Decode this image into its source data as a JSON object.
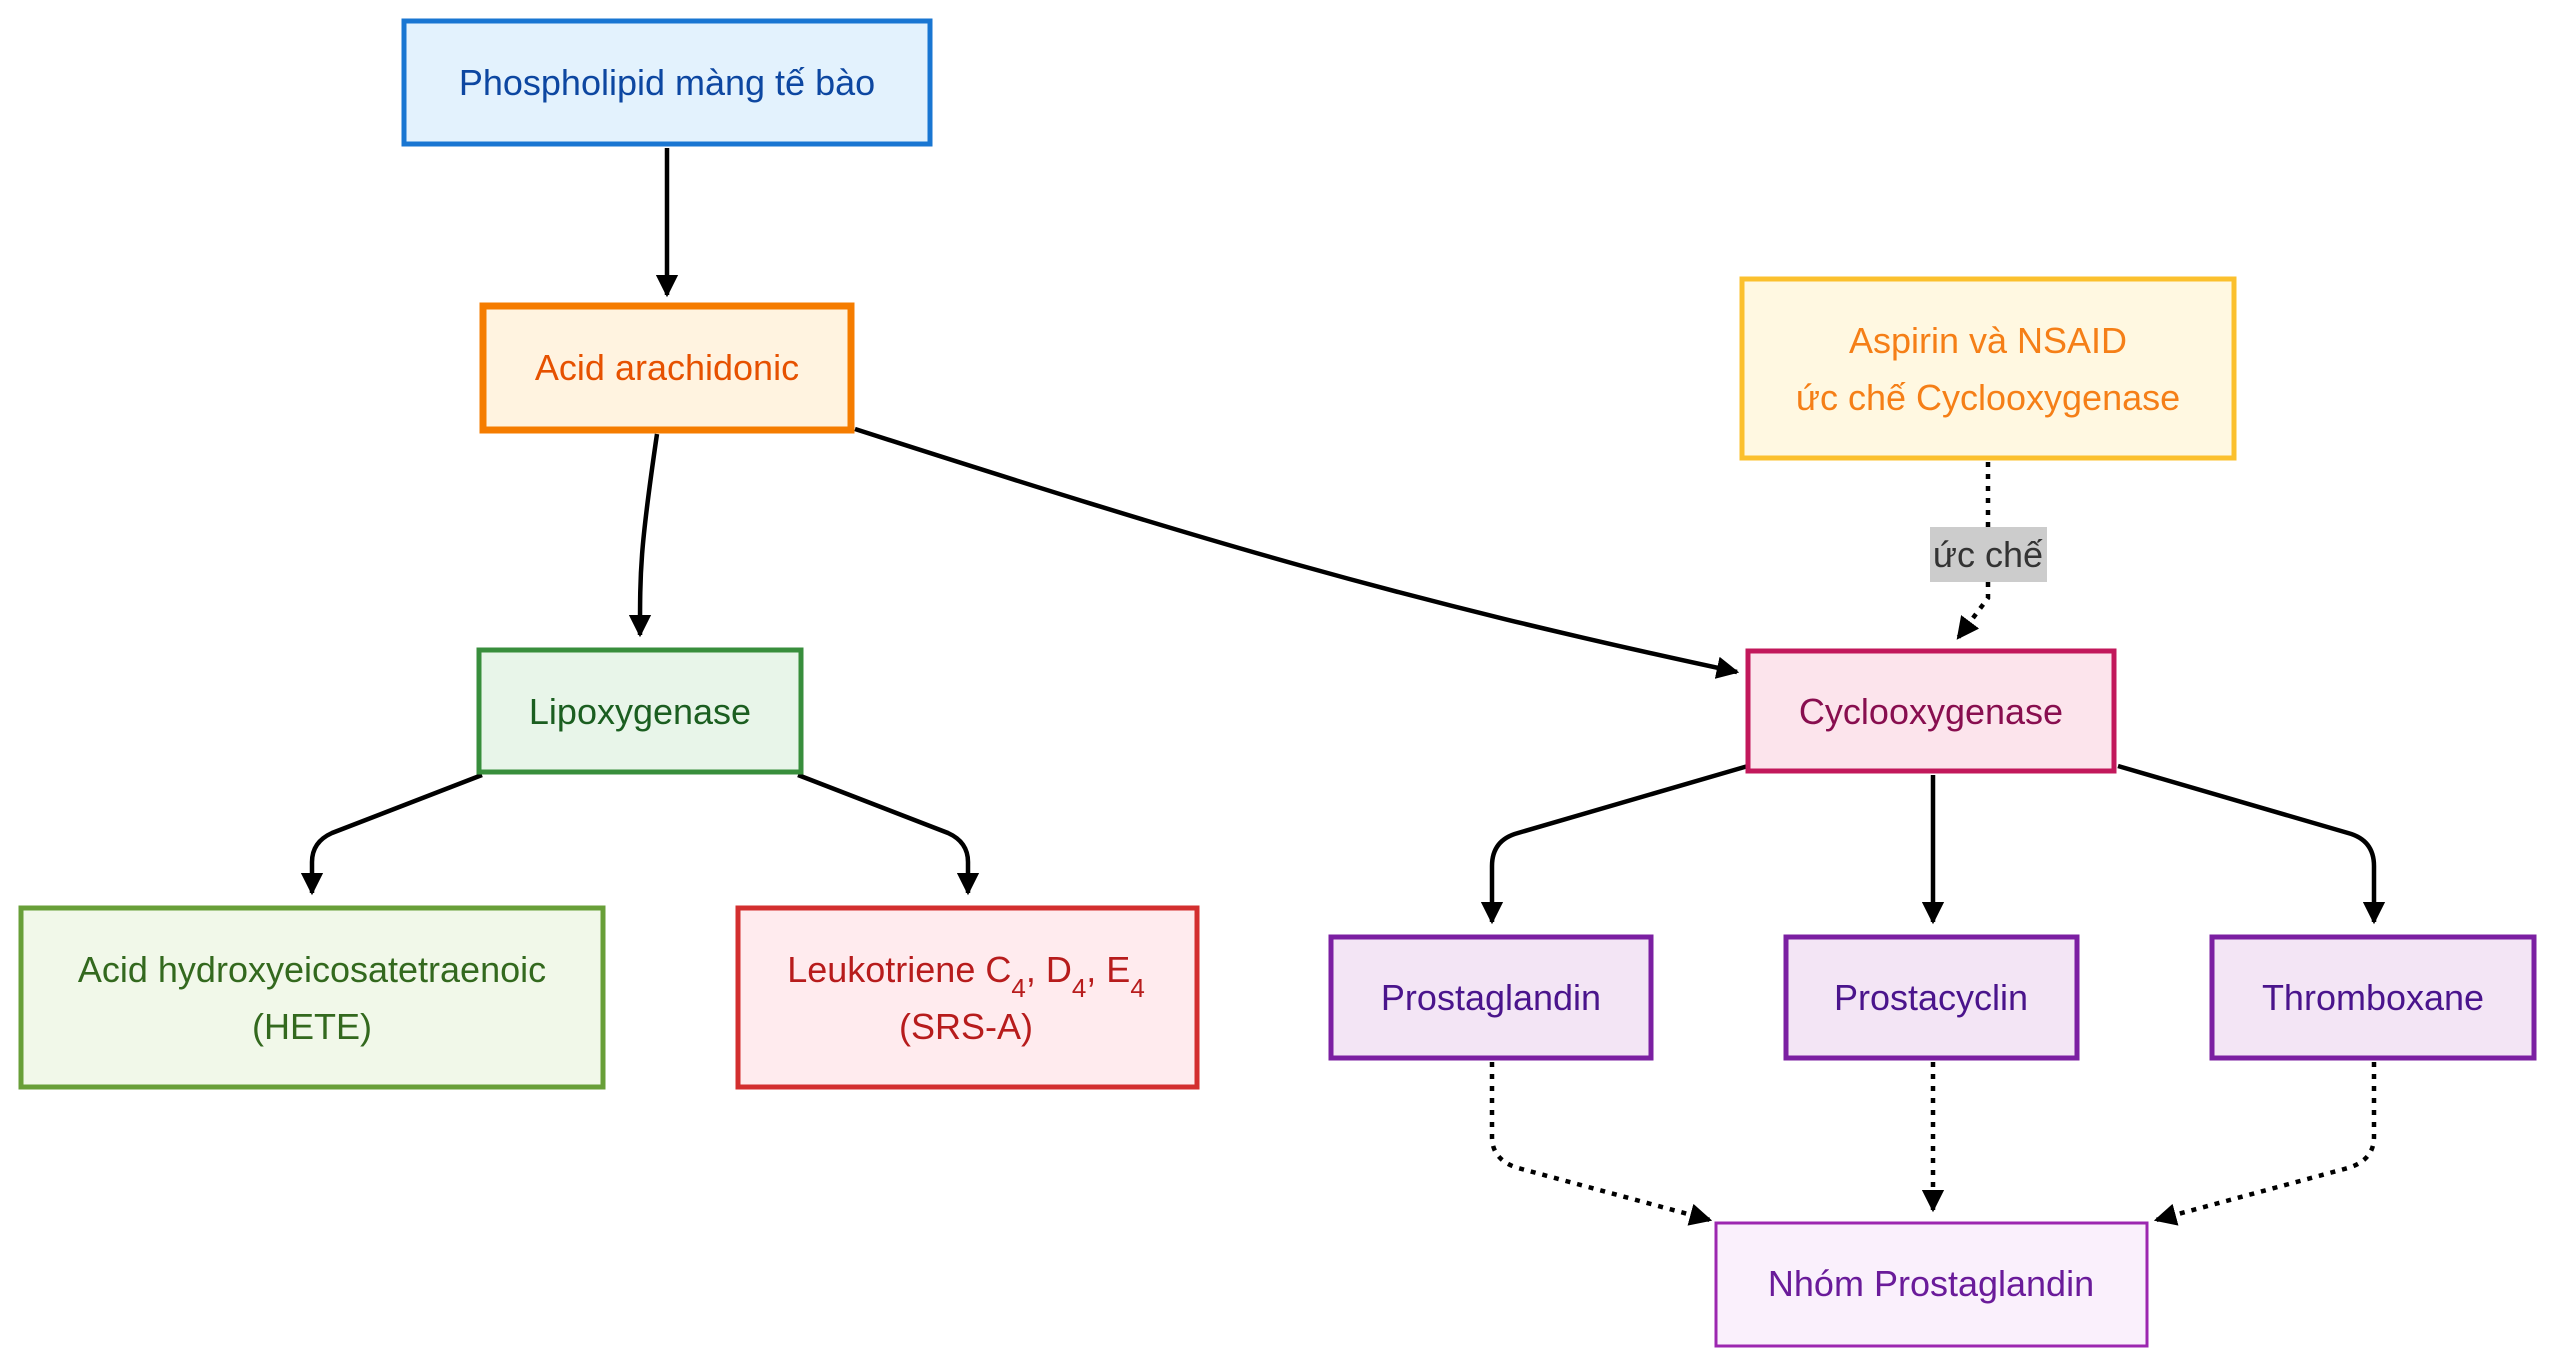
{
  "nodes": {
    "phospholipid": {
      "line1": "Phospholipid màng tế bào",
      "colors": {
        "fill": "#e3f2fd",
        "stroke": "#1976d2",
        "text": "#0d47a1"
      }
    },
    "arachidonic": {
      "line1": "Acid arachidonic",
      "colors": {
        "fill": "#fff3e0",
        "stroke": "#f57c00",
        "text": "#e65100"
      }
    },
    "aspirin": {
      "line1": "Aspirin và NSAID",
      "line2": "ức chế Cyclooxygenase",
      "colors": {
        "fill": "#fff8e1",
        "stroke": "#fbc02d",
        "text": "#f57f17"
      }
    },
    "lipoxygenase": {
      "line1": "Lipoxygenase",
      "colors": {
        "fill": "#e8f5e9",
        "stroke": "#388e3c",
        "text": "#1b5e20"
      }
    },
    "cyclooxygenase": {
      "line1": "Cyclooxygenase",
      "colors": {
        "fill": "#fce4ec",
        "stroke": "#c2185b",
        "text": "#880e4f"
      }
    },
    "hete": {
      "line1": "Acid hydroxyeicosatetraenoic",
      "line2": "(HETE)",
      "colors": {
        "fill": "#f1f8e9",
        "stroke": "#689f38",
        "text": "#33691e"
      }
    },
    "leukotriene": {
      "line1_prefix": "Leukotriene C",
      "sub_c": "4",
      "sep1": ", D",
      "sub_d": "4",
      "sep2": ", E",
      "sub_e": "4",
      "line2": "(SRS-A)",
      "colors": {
        "fill": "#ffebee",
        "stroke": "#d32f2f",
        "text": "#b71c1c"
      }
    },
    "prostaglandin": {
      "line1": "Prostaglandin",
      "colors": {
        "fill": "#f3e5f5",
        "stroke": "#7b1fa2",
        "text": "#4a148c"
      }
    },
    "prostacyclin": {
      "line1": "Prostacyclin",
      "colors": {
        "fill": "#f3e5f5",
        "stroke": "#7b1fa2",
        "text": "#4a148c"
      }
    },
    "thromboxane": {
      "line1": "Thromboxane",
      "colors": {
        "fill": "#f3e5f5",
        "stroke": "#7b1fa2",
        "text": "#4a148c"
      }
    },
    "group": {
      "line1": "Nhóm Prostaglandin",
      "colors": {
        "fill": "#faf0fc",
        "stroke": "#9c27b0",
        "text": "#6a1b9a"
      }
    }
  },
  "edges": {
    "inhibit_label": "ức chế",
    "inhibit_label_bg": "#cccccc",
    "line_color": "#000000"
  }
}
